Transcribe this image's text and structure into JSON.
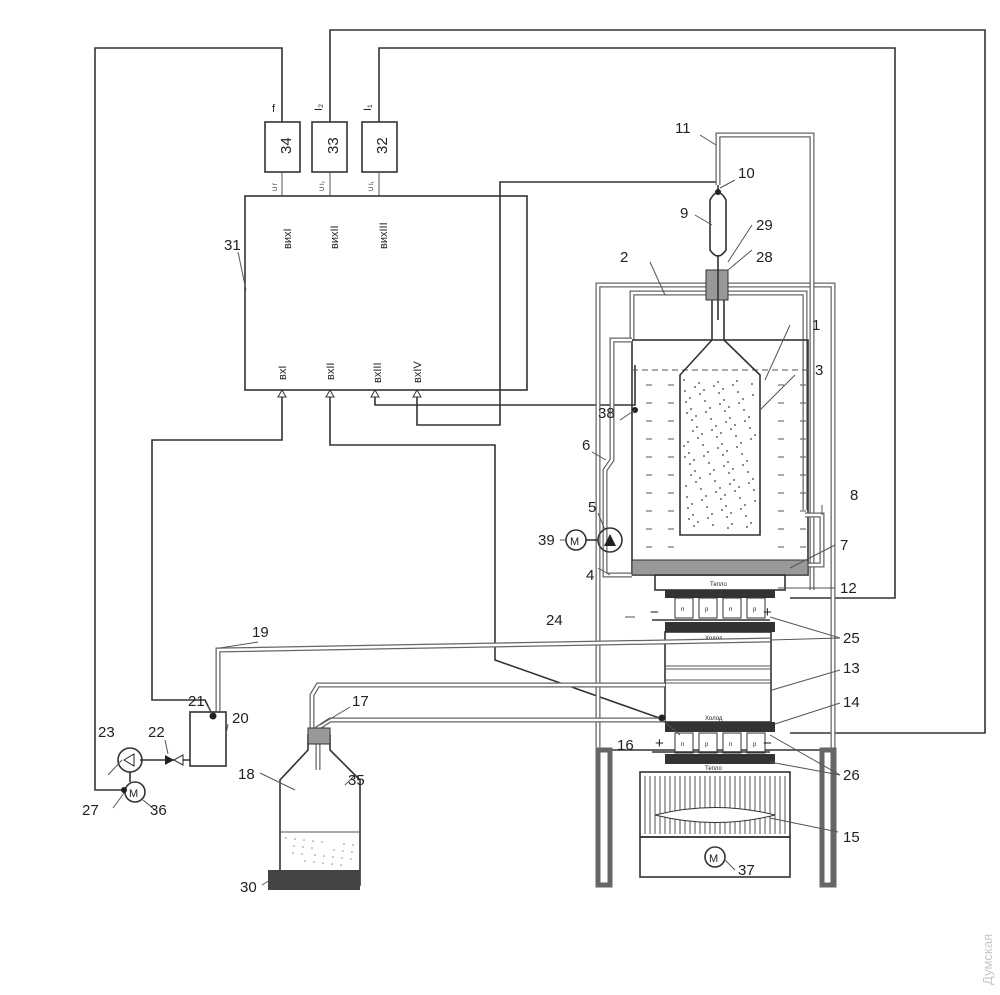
{
  "labels": {
    "n1": "1",
    "n2": "2",
    "n3": "3",
    "n4": "4",
    "n5": "5",
    "n6": "6",
    "n7": "7",
    "n8": "8",
    "n9": "9",
    "n10": "10",
    "n11": "11",
    "n12": "12",
    "n13": "13",
    "n14": "14",
    "n15": "15",
    "n16": "16",
    "n17": "17",
    "n18": "18",
    "n19": "19",
    "n20": "20",
    "n21": "21",
    "n22": "22",
    "n23": "23",
    "n24": "24",
    "n25": "25",
    "n26": "26",
    "n27": "27",
    "n28": "28",
    "n29": "29",
    "n30": "30",
    "n31": "31",
    "n32": "32",
    "n33": "33",
    "n34": "34",
    "n35": "35",
    "n36": "36",
    "n37": "37",
    "n38": "38",
    "n39": "39"
  },
  "signals": {
    "f": "f",
    "i2": "I₂",
    "i1": "I₁",
    "uf": "U f",
    "ui2": "U I₂",
    "ui1": "U I₁"
  },
  "controller": {
    "outputs": [
      "вихI",
      "вихII",
      "вихIII"
    ],
    "inputs": [
      "вхI",
      "вхII",
      "вхIII",
      "вхIV"
    ]
  },
  "peltier": {
    "hot": "Тепло",
    "cold": "Холод",
    "cold2": "Холод",
    "hot2": "Тепло",
    "plus": "+",
    "minus": "−",
    "n": "n",
    "p": "p"
  },
  "motor": "M",
  "watermark": "Думская"
}
